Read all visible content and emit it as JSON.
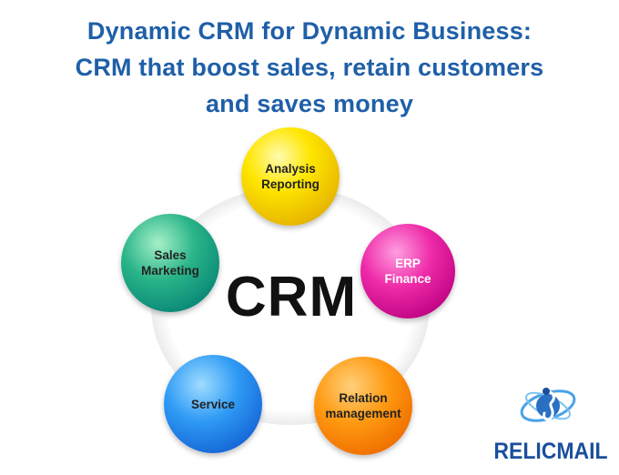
{
  "title": {
    "line1": "Dynamic CRM for Dynamic Business:",
    "line2": "CRM that boost sales, retain customers",
    "line3": "and saves money"
  },
  "diagram": {
    "center": "CRM",
    "nodes": [
      {
        "line1": "Analysis",
        "line2": "Reporting",
        "color": "#ffe600"
      },
      {
        "line1": "ERP",
        "line2": "Finance",
        "color": "#ee2aa8"
      },
      {
        "line1": "Relation",
        "line2": "management",
        "color": "#ff9a12"
      },
      {
        "line1": "Service",
        "line2": "",
        "color": "#2f9bf5"
      },
      {
        "line1": "Sales",
        "line2": "Marketing",
        "color": "#29b488"
      }
    ]
  },
  "logo": {
    "text": "RELICMAIL",
    "color": "#1a4f9c"
  }
}
